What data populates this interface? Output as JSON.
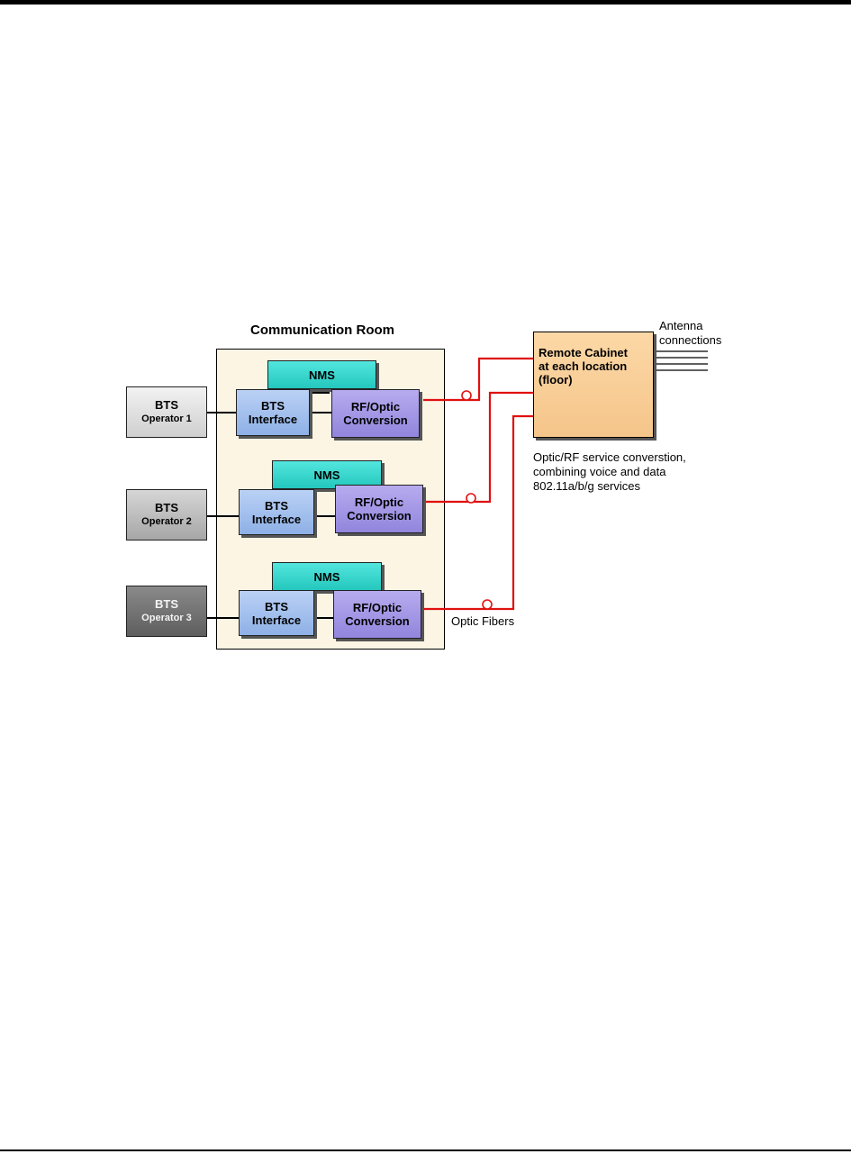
{
  "room_title": "Communication Room",
  "operators": [
    {
      "line1": "BTS",
      "line2": "Operator 1"
    },
    {
      "line1": "BTS",
      "line2": "Operator 2"
    },
    {
      "line1": "BTS",
      "line2": "Operator 3"
    }
  ],
  "nms_label": "NMS",
  "interface": {
    "line1": "BTS",
    "line2": "Interface"
  },
  "conversion": {
    "line1": "RF/Optic",
    "line2": "Conversion"
  },
  "cabinet": {
    "line1": "Remote Cabinet",
    "line2": "at each location",
    "line3": "(floor)"
  },
  "antenna": {
    "line1": "Antenna",
    "line2": "connections"
  },
  "cabinet_note": {
    "line1": "Optic/RF service converstion,",
    "line2": "combining voice and data",
    "line3": "802.11a/b/g services"
  },
  "fiber_label": "Optic Fibers",
  "colors": {
    "fiber": "#e01010",
    "room": "#fcf5e4",
    "nms": "#33d6cc",
    "interface": "#a3c1ee",
    "conversion": "#a397e6",
    "cabinet": "#f8cc94"
  }
}
